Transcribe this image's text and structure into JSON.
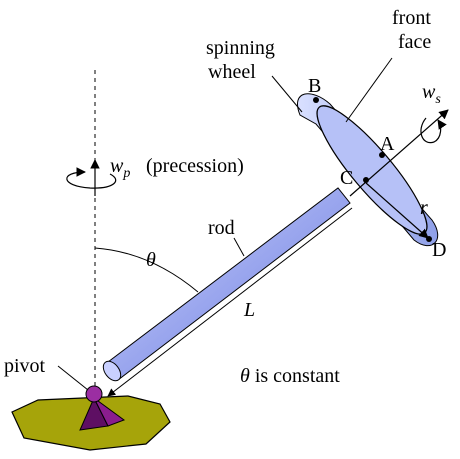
{
  "labels": {
    "front_face_line1": "front",
    "front_face_line2": "face",
    "spinning_wheel_line1": "spinning",
    "spinning_wheel_line2": "wheel",
    "point_b": "B",
    "point_a": "A",
    "point_c": "C",
    "point_d": "D",
    "radius": "r",
    "ws_main": "w",
    "ws_sub": "s",
    "wp_main": "w",
    "wp_sub": "p",
    "precession": "(precession)",
    "rod": "rod",
    "theta": "θ",
    "length": "L",
    "pivot": "pivot",
    "theta_constant_symbol": "θ",
    "theta_constant_text": " is constant"
  },
  "colors": {
    "rod": "#9aa6ee",
    "wheel": "#a9b6f5",
    "ground": "#a6a40a",
    "pivot": "#8a1d8e"
  }
}
